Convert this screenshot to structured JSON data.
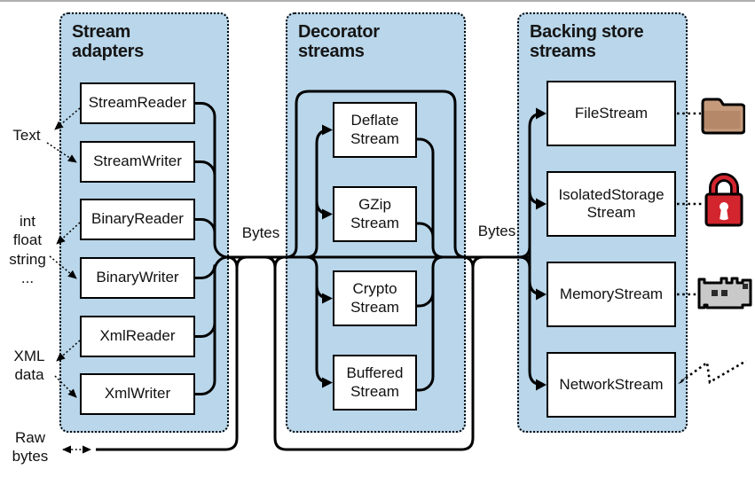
{
  "figure": {
    "panels": [
      {
        "title": "Stream\nadapters",
        "boxes": [
          "StreamReader",
          "StreamWriter",
          "BinaryReader",
          "BinaryWriter",
          "XmlReader",
          "XmlWriter"
        ]
      },
      {
        "title": "Decorator\nstreams",
        "boxes": [
          "Deflate\nStream",
          "GZip\nStream",
          "Crypto\nStream",
          "Buffered\nStream"
        ]
      },
      {
        "title": "Backing store\nstreams",
        "boxes": [
          "FileStream",
          "IsolatedStorage\nStream",
          "MemoryStream",
          "NetworkStream"
        ]
      }
    ],
    "side_labels": {
      "text": "Text",
      "primitives": "int\nfloat\nstring\n...",
      "xml": "XML\ndata",
      "raw": "Raw\nbytes"
    },
    "bytes_left": "Bytes",
    "bytes_right": "Bytes",
    "icons": [
      "folder-icon",
      "padlock-icon",
      "memory-chip-icon",
      "network-signal-icon"
    ],
    "colors": {
      "panel_fill": "#b9d6ea",
      "line": "#000000",
      "folder_fill": "#c49a7b",
      "folder_front": "#b5886a",
      "lock_fill": "#d2252e",
      "chip_fill": "#c9c9c9"
    }
  }
}
